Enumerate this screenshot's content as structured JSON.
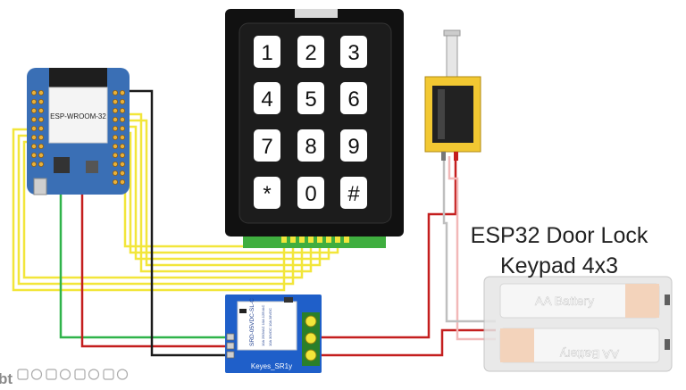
{
  "title": {
    "line1": "ESP32 Door Lock",
    "line2": "Keypad 4x3"
  },
  "esp32": {
    "label": "ESP-WROOM-32"
  },
  "keypad": {
    "keys": [
      "1",
      "2",
      "3",
      "4",
      "5",
      "6",
      "7",
      "8",
      "9",
      "*",
      "0",
      "#"
    ]
  },
  "relay": {
    "label": "Keyes_SR1y",
    "component": "SRD-05VDC-SL-C",
    "rating1": "10A 250VAC 10A 125VAC",
    "rating2": "10A 30VDC 10A 28VDC"
  },
  "battery": {
    "cell_top": "AA Battery",
    "cell_bottom": "AA Battery"
  },
  "toolbar": {
    "logo_text": "bt"
  },
  "colors": {
    "wire_yellow": "#f2e63a",
    "wire_green": "#2fb34a",
    "wire_red": "#c41e1e",
    "wire_black": "#1a1a1a",
    "wire_pink": "#f2b8b8",
    "wire_gray": "#bfbfbf",
    "board_blue": "#3a6fb5",
    "relay_blue": "#1f5fc9",
    "keypad_green": "#3fae3f",
    "solenoid_yellow": "#f2c832"
  }
}
